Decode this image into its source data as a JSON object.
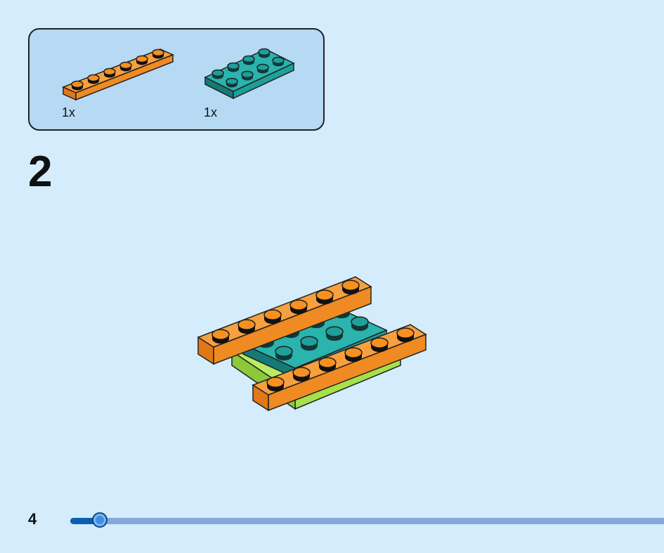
{
  "parts_list": {
    "items": [
      {
        "name": "orange-plate-1x6",
        "color": "#f7901e",
        "quantity": "1x"
      },
      {
        "name": "teal-plate-2x4",
        "color": "#1e9f9a",
        "quantity": "1x"
      }
    ]
  },
  "step": {
    "number": "2"
  },
  "model_colors": {
    "orange": "#f7901e",
    "teal": "#1e9f9a",
    "lime": "#a6e04a"
  },
  "page": {
    "number": "4",
    "progress": 0.05
  }
}
